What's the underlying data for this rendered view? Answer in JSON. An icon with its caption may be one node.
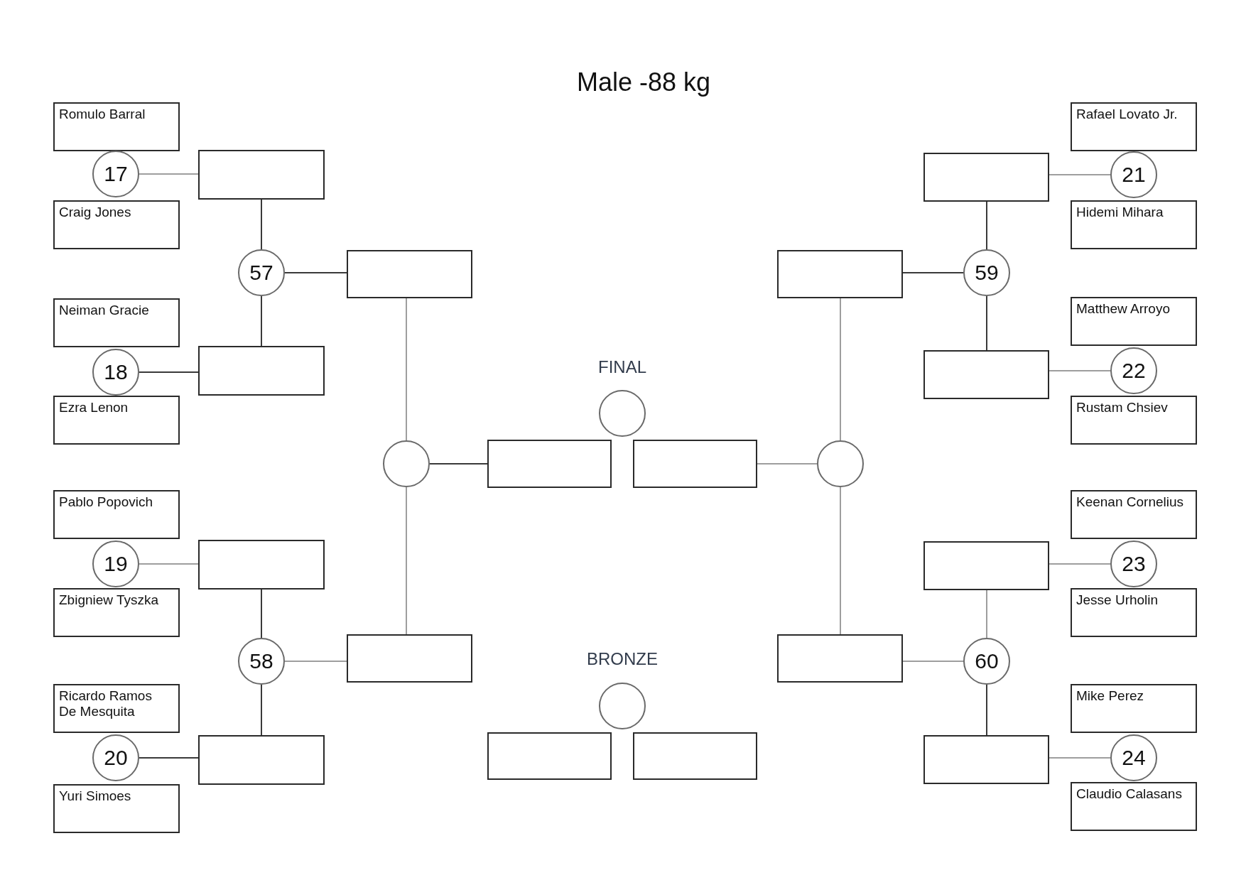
{
  "diagram": {
    "title": "Male -88 kg",
    "nodes": [
      {
        "text": [
          "Romulo Barral"
        ]
      },
      {
        "text": [
          "Craig Jones"
        ]
      },
      {
        "text": [
          "Neiman Gracie"
        ]
      },
      {
        "text": [
          "Ezra Lenon"
        ]
      },
      {
        "text": [
          "Pablo Popovich"
        ]
      },
      {
        "text": [
          "Zbigniew Tyszka"
        ]
      },
      {
        "text": [
          "Ricardo Ramos De Mesquita"
        ]
      },
      {
        "text": [
          "Yuri Simoes"
        ]
      },
      {
        "text": [
          "17"
        ]
      },
      {
        "text": [
          "18"
        ]
      },
      {
        "text": [
          "19"
        ]
      },
      {
        "text": [
          "20"
        ]
      },
      {
        "text": [],
        "shape": "box"
      },
      {
        "text": [],
        "shape": "box"
      },
      {
        "text": [],
        "shape": "box"
      },
      {
        "text": [],
        "shape": "box"
      },
      {
        "text": [
          "57"
        ]
      },
      {
        "text": [
          "58"
        ]
      },
      {
        "text": [],
        "shape": "box"
      },
      {
        "text": [],
        "shape": "box"
      },
      {
        "text": [],
        "shape": "circle"
      },
      {
        "text": [
          "FINAL"
        ]
      },
      {
        "text": [],
        "shape": "box"
      },
      {
        "text": [],
        "shape": "box"
      },
      {
        "text": [
          "BRONZE"
        ]
      },
      {
        "text": [],
        "shape": "box"
      },
      {
        "text": [],
        "shape": "box"
      },
      {
        "text": [],
        "shape": "circle"
      },
      {
        "text": [],
        "shape": "box"
      },
      {
        "text": [],
        "shape": "box"
      },
      {
        "text": [
          "59"
        ]
      },
      {
        "text": [
          "60"
        ]
      },
      {
        "text": [],
        "shape": "box"
      },
      {
        "text": [],
        "shape": "box"
      },
      {
        "text": [],
        "shape": "box"
      },
      {
        "text": [],
        "shape": "box"
      },
      {
        "text": [
          "21"
        ]
      },
      {
        "text": [
          "22"
        ]
      },
      {
        "text": [
          "23"
        ]
      },
      {
        "text": [
          "24"
        ]
      },
      {
        "text": [
          "Rafael Lovato Jr."
        ]
      },
      {
        "text": [
          "Hidemi Mihara"
        ]
      },
      {
        "text": [
          "Matthew Arroyo"
        ]
      },
      {
        "text": [
          "Rustam Chsiev"
        ]
      },
      {
        "text": [
          "Keenan Cornelius"
        ]
      },
      {
        "text": [
          "Jesse Urholin"
        ]
      },
      {
        "text": [
          "Mike Perez"
        ]
      },
      {
        "text": [
          "Claudio Calasans"
        ]
      }
    ],
    "edges": [
      {
        "from": 8,
        "to": 12,
        "arrow": "none"
      },
      {
        "from": 9,
        "to": 13,
        "arrow": "none",
        "color": "#3a3a3a"
      },
      {
        "from": 10,
        "to": 14,
        "arrow": "none"
      },
      {
        "from": 11,
        "to": 15,
        "arrow": "none",
        "color": "#3a3a3a"
      },
      {
        "from": 12,
        "to": 16,
        "arrow": "none",
        "color": "#3a3a3a"
      },
      {
        "from": 13,
        "to": 16,
        "arrow": "none",
        "color": "#3a3a3a"
      },
      {
        "from": 14,
        "to": 17,
        "arrow": "none",
        "color": "#3a3a3a"
      },
      {
        "from": 15,
        "to": 17,
        "arrow": "none",
        "color": "#3a3a3a"
      },
      {
        "from": 16,
        "to": 18,
        "arrow": "none",
        "color": "#3a3a3a"
      },
      {
        "from": 17,
        "to": 19,
        "arrow": "none"
      },
      {
        "from": 18,
        "to": 20,
        "arrow": "none"
      },
      {
        "from": 19,
        "to": 20,
        "arrow": "none"
      },
      {
        "from": 20,
        "to": 22,
        "arrow": "none",
        "color": "#3a3a3a"
      },
      {
        "from": 36,
        "to": 32,
        "arrow": "none"
      },
      {
        "from": 37,
        "to": 33,
        "arrow": "none"
      },
      {
        "from": 38,
        "to": 34,
        "arrow": "none"
      },
      {
        "from": 39,
        "to": 35,
        "arrow": "none"
      },
      {
        "from": 32,
        "to": 30,
        "arrow": "none",
        "color": "#3a3a3a"
      },
      {
        "from": 33,
        "to": 30,
        "arrow": "none",
        "color": "#3a3a3a"
      },
      {
        "from": 34,
        "to": 31,
        "arrow": "none"
      },
      {
        "from": 35,
        "to": 31,
        "arrow": "none",
        "color": "#3a3a3a"
      },
      {
        "from": 30,
        "to": 28,
        "arrow": "none",
        "color": "#3a3a3a"
      },
      {
        "from": 31,
        "to": 29,
        "arrow": "none"
      },
      {
        "from": 28,
        "to": 27,
        "arrow": "none"
      },
      {
        "from": 29,
        "to": 27,
        "arrow": "none"
      },
      {
        "from": 27,
        "to": 23,
        "arrow": "none"
      }
    ]
  }
}
